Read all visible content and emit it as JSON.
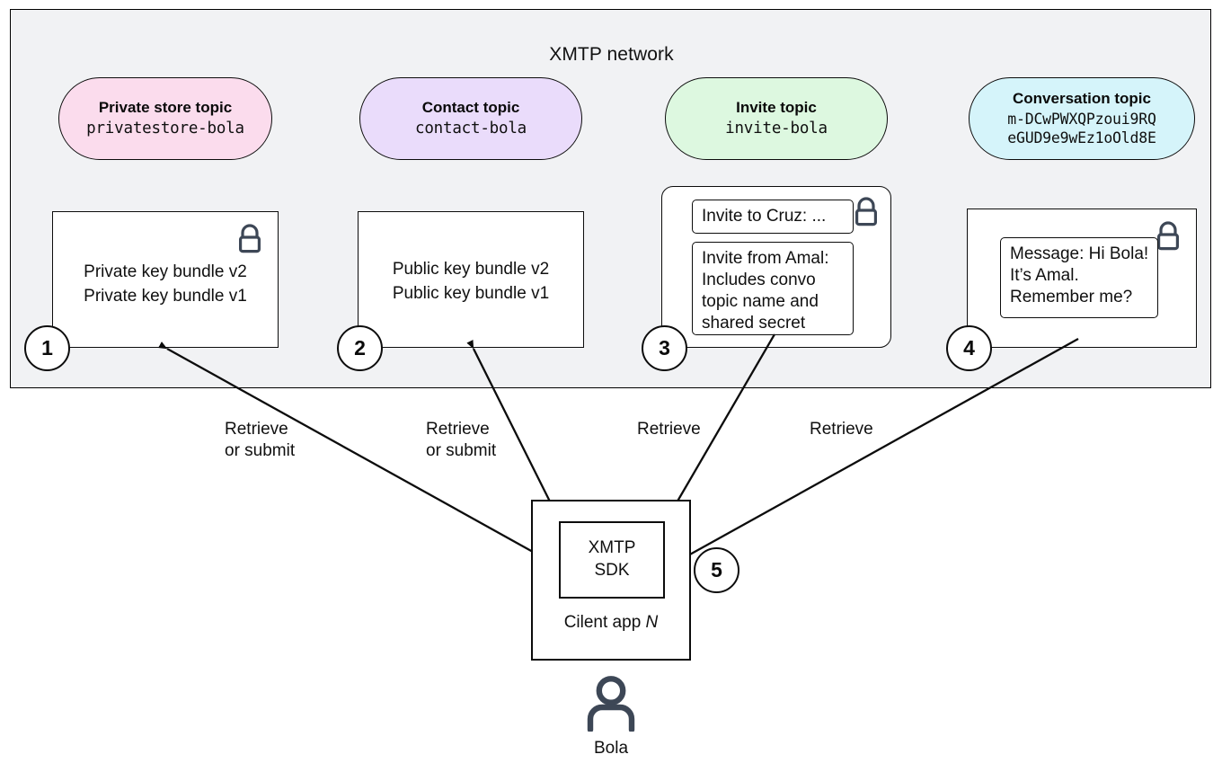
{
  "diagram": {
    "title": "XMTP network",
    "network_bg": "#f1f2f4",
    "stroke": "#0c0c0c"
  },
  "topics": [
    {
      "name": "private-store-topic",
      "title": "Private store topic",
      "code": "privatestore-bola",
      "color": "#fbdced"
    },
    {
      "name": "contact-topic",
      "title": "Contact topic",
      "code": "contact-bola",
      "color": "#eadcfb"
    },
    {
      "name": "invite-topic",
      "title": "Invite topic",
      "code": "invite-bola",
      "color": "#ddf8e0"
    },
    {
      "name": "conversation-topic",
      "title": "Conversation topic",
      "code_line1": "m-DCwPWXQPzoui9RQ",
      "code_line2": "eGUD9e9wEz1oOld8E",
      "color": "#d5f4fa"
    }
  ],
  "payloads": {
    "private_store": {
      "badge": "1",
      "line1": "Private key bundle v2",
      "line2": "Private key bundle v1",
      "locked": true
    },
    "contact": {
      "badge": "2",
      "line1": "Public key bundle v2",
      "line2": "Public key bundle v1",
      "locked": false
    },
    "invite": {
      "badge": "3",
      "locked": true,
      "card_outgoing": "Invite to Cruz: ...",
      "card_incoming": "Invite from Amal: Includes convo topic name and shared secret"
    },
    "conversation": {
      "badge": "4",
      "locked": true,
      "card_message": "Message: Hi Bola! It’s Amal. Remember me?"
    }
  },
  "client": {
    "badge": "5",
    "sdk_line1": "XMTP",
    "sdk_line2": "SDK",
    "app_label": "Cilent app ",
    "app_label_italic": "N",
    "person_name": "Bola",
    "person_icon": "user-icon"
  },
  "edges": [
    {
      "name": "edge-label-private-store",
      "text": "Retrieve\nor submit"
    },
    {
      "name": "edge-label-contact",
      "text": "Retrieve\nor submit"
    },
    {
      "name": "edge-label-invite",
      "text": "Retrieve"
    },
    {
      "name": "edge-label-conversation",
      "text": "Retrieve"
    }
  ],
  "icons": {
    "lock": "lock-icon",
    "person": "person-icon"
  }
}
